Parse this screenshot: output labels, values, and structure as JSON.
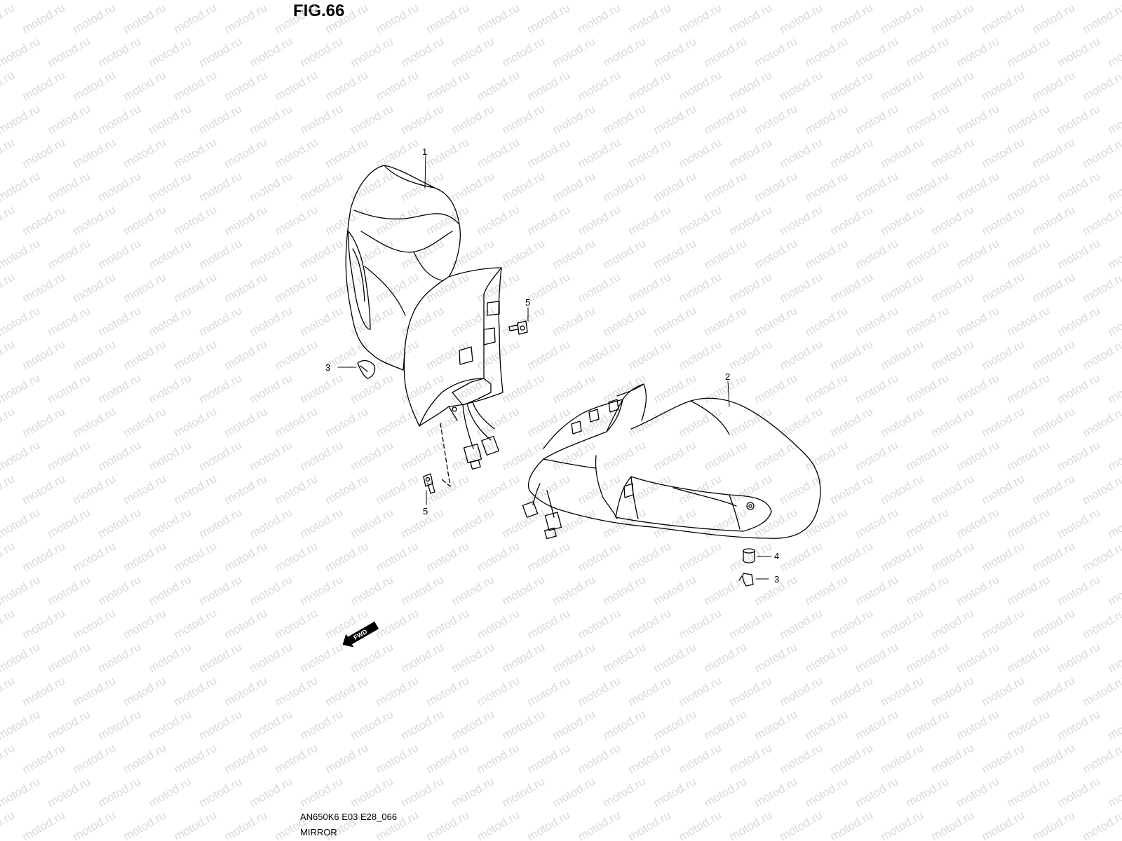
{
  "figure": {
    "title": "FIG.66"
  },
  "watermark": {
    "text": "motod.ru",
    "color": "#d9d9d9"
  },
  "callouts": {
    "part1": "1",
    "part2": "2",
    "part3_left": "3",
    "part3_right": "3",
    "part4": "4",
    "part5_upper": "5",
    "part5_lower": "5"
  },
  "fwd_label": "FWD",
  "footer": {
    "code": "AN650K6 E03 E28_066",
    "caption": "MIRROR"
  },
  "icons": [
    "fwd-arrow-icon"
  ]
}
